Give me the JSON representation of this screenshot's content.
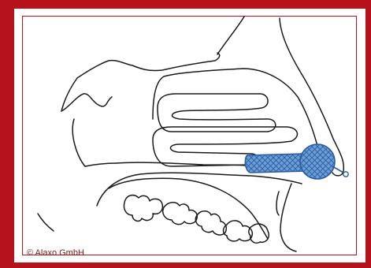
{
  "copyright": "© Alaxo GmbH",
  "colors": {
    "frame": "#b5121b",
    "line": "#1a1a1a",
    "stent_fill": "#6a9fd6",
    "stent_stroke": "#2c5aa0"
  },
  "elements": [
    "nasal-cavity-outline",
    "turbinates",
    "palate",
    "teeth",
    "nasal-stent",
    "stent-pull-loop"
  ]
}
